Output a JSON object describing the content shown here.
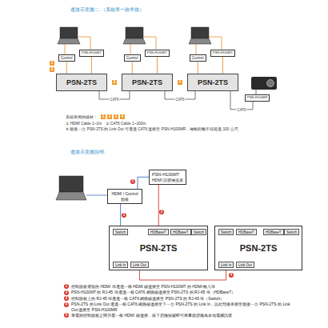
{
  "diagram": {
    "title": "連接示意圖二.（系統單一路串接）",
    "nodes": [
      {
        "text": [
          "Control"
        ]
      },
      {
        "text": [
          "PSN-H100MT"
        ]
      },
      {
        "text": [
          "PSN-2TS"
        ]
      },
      {
        "text": [
          "Control"
        ]
      },
      {
        "text": [
          "PSN-H100MT"
        ]
      },
      {
        "text": [
          "PSN-2TS"
        ]
      },
      {
        "text": [
          "Control"
        ]
      },
      {
        "text": [
          "PSN-H100MT"
        ]
      },
      {
        "text": [
          "PSN-2TS"
        ]
      },
      {
        "text": [
          "PSN-H100MR"
        ]
      },
      {
        "text": [
          "HDMI / Control",
          "面板"
        ]
      },
      {
        "text": [
          "PSN-H100MT",
          "HDMI 訊號傳送器"
        ]
      },
      {
        "text": [
          "PSN-2TS"
        ]
      },
      {
        "text": [
          "Switch"
        ],
        "in": 12
      },
      {
        "text": [
          "HDBaseT"
        ],
        "in": 12
      },
      {
        "text": [
          "HDBaseT"
        ],
        "in": 12
      },
      {
        "text": [
          "Switch"
        ],
        "in": 12
      },
      {
        "text": [
          "Link In"
        ],
        "in": 12
      },
      {
        "text": [
          "Link Out"
        ],
        "in": 12
      },
      {
        "text": [
          "PSN-2TS"
        ]
      },
      {
        "text": [
          "Switch"
        ],
        "in": 19
      },
      {
        "text": [
          "HDBaseT"
        ],
        "in": 19
      },
      {
        "text": [
          "HDBaseT"
        ],
        "in": 19
      },
      {
        "text": [
          "Switch"
        ],
        "in": 19
      },
      {
        "text": [
          "Link In"
        ],
        "in": 19
      },
      {
        "text": [
          "Link Out"
        ],
        "in": 19
      }
    ],
    "edges": [
      {
        "from": 0,
        "to": 2,
        "arrow": "none"
      },
      {
        "from": 1,
        "to": 2,
        "arrow": "none"
      },
      {
        "from": 3,
        "to": 5,
        "arrow": "none"
      },
      {
        "from": 4,
        "to": 5,
        "arrow": "none"
      },
      {
        "from": 6,
        "to": 8,
        "arrow": "none"
      },
      {
        "from": 7,
        "to": 8,
        "arrow": "none"
      },
      {
        "from": 2,
        "to": 5,
        "label": "CAT6",
        "arrow": "none"
      },
      {
        "from": 5,
        "to": 8,
        "label": "CAT6",
        "arrow": "none"
      },
      {
        "from": 8,
        "to": 9,
        "label": "CAT6",
        "arrow": "none"
      },
      {
        "from": 10,
        "to": 11,
        "arrow": "none"
      },
      {
        "from": 11,
        "to": 14,
        "arrow": "none"
      },
      {
        "from": 10,
        "to": 13,
        "arrow": "none"
      },
      {
        "from": 18,
        "to": 24,
        "arrow": "none"
      }
    ],
    "labels": [
      "1",
      "2",
      "3",
      "4",
      "系統佈局的線材：",
      "1",
      "2",
      "3",
      "4",
      "① HDMI Cable 1~2m　② CAT6 Cable 1~100m",
      "※ 最後一台 PSN-2TS 的 Link Out 可透過 CAT6 連接至 PSN-H100MR，傳輸距離不得超過 100 公尺",
      "1",
      "2",
      "3",
      "4",
      "1",
      "2",
      "3",
      "4",
      "5",
      "控制面板背面的 HDMI 埠透過一條 HDMI 線連接至 PSN-H100MT 的 HDMI 輸入埠",
      "PSN-H100MT 的 RJ-45 埠透過一條 CAT6 網路線連接至 PSN-2TS 的 RJ-45 埠（HDBaseT）",
      "控制面板上的 RJ-45 埠透過一條 CAT6 網路線連接至 PSN-2TS 的 RJ-45 埠（Switch）",
      "PSN-2TS 的 Link Out 透過一條 CAT6 網路線連接至下一台 PSN-2TS 的 Link In，以此類推串接至最後一台 PSN-2TS 的 Link Out 連接至 PSN-H100MR",
      "筆電與控制面板之間另需一條 HDMI 線連接，按下切換按鍵即可將畫面切換為本地電腦訊號",
      "連接示意圖說明."
    ]
  }
}
